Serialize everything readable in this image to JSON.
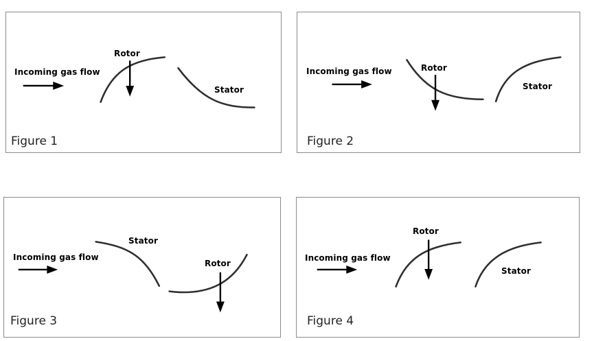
{
  "labels": {
    "incoming": "Incoming gas flow",
    "rotor": "Rotor",
    "stator": "Stator"
  },
  "figures": [
    {
      "caption": "Figure 1"
    },
    {
      "caption": "Figure 2"
    },
    {
      "caption": "Figure 3"
    },
    {
      "caption": "Figure 4"
    }
  ],
  "colors": {
    "ink": "#000000",
    "blade": "#2e2e2e",
    "frame": "#8a8a8a"
  }
}
